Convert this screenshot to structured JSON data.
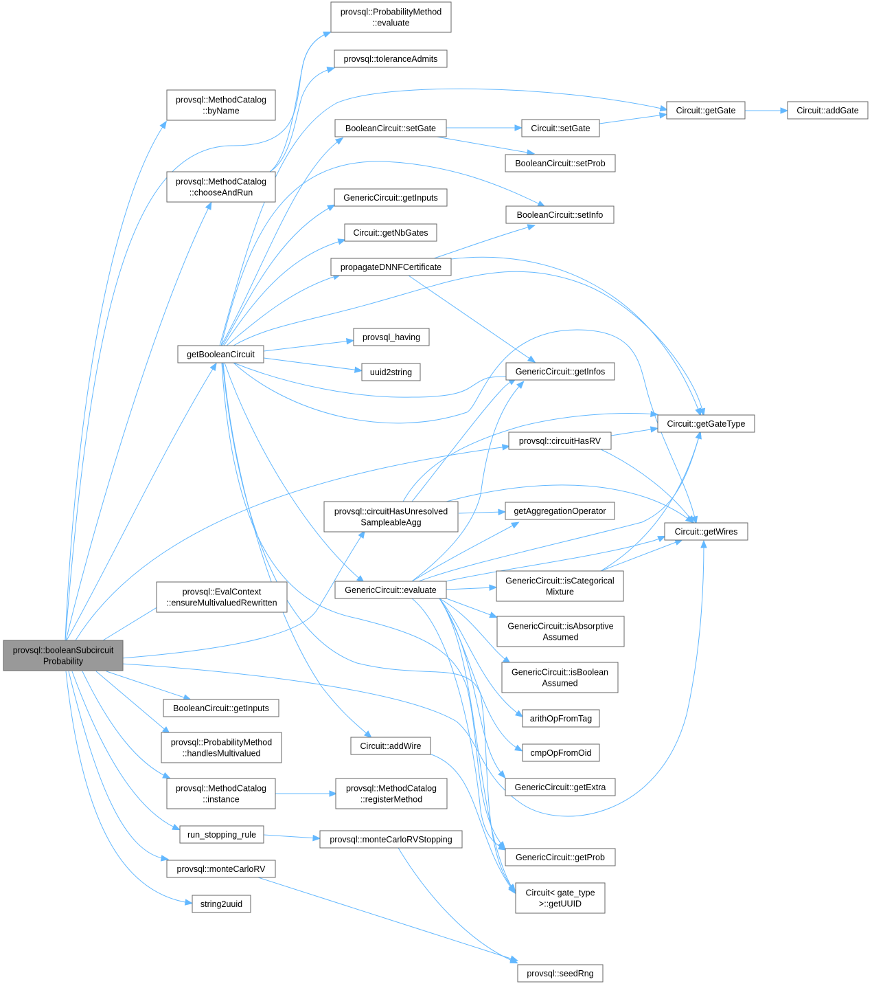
{
  "graph": {
    "colors": {
      "edge": "#63b8ff",
      "node_border": "#666666",
      "node_fill": "#ffffff",
      "root_fill": "#999999"
    },
    "nodes": [
      {
        "id": "root",
        "lines": [
          "provsql::booleanSubcircuit",
          "Probability"
        ],
        "root": true
      },
      {
        "id": "pm_evaluate",
        "lines": [
          "provsql::ProbabilityMethod",
          "::evaluate"
        ]
      },
      {
        "id": "tolerance",
        "lines": [
          "provsql::toleranceAdmits"
        ]
      },
      {
        "id": "byname",
        "lines": [
          "provsql::MethodCatalog",
          "::byName"
        ]
      },
      {
        "id": "chooseandrun",
        "lines": [
          "provsql::MethodCatalog",
          "::chooseAndRun"
        ]
      },
      {
        "id": "getboolcirc",
        "lines": [
          "getBooleanCircuit"
        ]
      },
      {
        "id": "ensuremv",
        "lines": [
          "provsql::EvalContext",
          "::ensureMultivaluedRewritten"
        ]
      },
      {
        "id": "bc_getinputs",
        "lines": [
          "BooleanCircuit::getInputs"
        ]
      },
      {
        "id": "handlesmv",
        "lines": [
          "provsql::ProbabilityMethod",
          "::handlesMultivalued"
        ]
      },
      {
        "id": "mc_instance",
        "lines": [
          "provsql::MethodCatalog",
          "::instance"
        ]
      },
      {
        "id": "runstop",
        "lines": [
          "run_stopping_rule"
        ]
      },
      {
        "id": "mcrv",
        "lines": [
          "provsql::monteCarloRV"
        ]
      },
      {
        "id": "string2uuid",
        "lines": [
          "string2uuid"
        ]
      },
      {
        "id": "bc_setgate",
        "lines": [
          "BooleanCircuit::setGate"
        ]
      },
      {
        "id": "gc_getinputs",
        "lines": [
          "GenericCircuit::getInputs"
        ]
      },
      {
        "id": "getnbgates",
        "lines": [
          "Circuit::getNbGates"
        ]
      },
      {
        "id": "propagate",
        "lines": [
          "propagateDNNFCertificate"
        ]
      },
      {
        "id": "having",
        "lines": [
          "provsql_having"
        ]
      },
      {
        "id": "uuid2string",
        "lines": [
          "uuid2string"
        ]
      },
      {
        "id": "unresolved",
        "lines": [
          "provsql::circuitHasUnresolved",
          "SampleableAgg"
        ]
      },
      {
        "id": "gc_evaluate",
        "lines": [
          "GenericCircuit::evaluate"
        ]
      },
      {
        "id": "addwire",
        "lines": [
          "Circuit::addWire"
        ]
      },
      {
        "id": "registermethod",
        "lines": [
          "provsql::MethodCatalog",
          "::registerMethod"
        ]
      },
      {
        "id": "mcrvstop",
        "lines": [
          "provsql::monteCarloRVStopping"
        ]
      },
      {
        "id": "c_setgate",
        "lines": [
          "Circuit::setGate"
        ]
      },
      {
        "id": "setprob",
        "lines": [
          "BooleanCircuit::setProb"
        ]
      },
      {
        "id": "setinfo",
        "lines": [
          "BooleanCircuit::setInfo"
        ]
      },
      {
        "id": "getinfos",
        "lines": [
          "GenericCircuit::getInfos"
        ]
      },
      {
        "id": "hasrv",
        "lines": [
          "provsql::circuitHasRV"
        ]
      },
      {
        "id": "aggop",
        "lines": [
          "getAggregationOperator"
        ]
      },
      {
        "id": "iscat",
        "lines": [
          "GenericCircuit::isCategorical",
          "Mixture"
        ]
      },
      {
        "id": "isabs",
        "lines": [
          "GenericCircuit::isAbsorptive",
          "Assumed"
        ]
      },
      {
        "id": "isbool",
        "lines": [
          "GenericCircuit::isBoolean",
          "Assumed"
        ]
      },
      {
        "id": "arithop",
        "lines": [
          "arithOpFromTag"
        ]
      },
      {
        "id": "cmpop",
        "lines": [
          "cmpOpFromOid"
        ]
      },
      {
        "id": "getextra",
        "lines": [
          "GenericCircuit::getExtra"
        ]
      },
      {
        "id": "getprob",
        "lines": [
          "GenericCircuit::getProb"
        ]
      },
      {
        "id": "getuuid",
        "lines": [
          "Circuit< gate_type",
          ">::getUUID"
        ]
      },
      {
        "id": "seedrng",
        "lines": [
          "provsql::seedRng"
        ]
      },
      {
        "id": "getgate",
        "lines": [
          "Circuit::getGate"
        ]
      },
      {
        "id": "addgate",
        "lines": [
          "Circuit::addGate"
        ]
      },
      {
        "id": "getgatetype",
        "lines": [
          "Circuit::getGateType"
        ]
      },
      {
        "id": "getwires",
        "lines": [
          "Circuit::getWires"
        ]
      }
    ]
  }
}
